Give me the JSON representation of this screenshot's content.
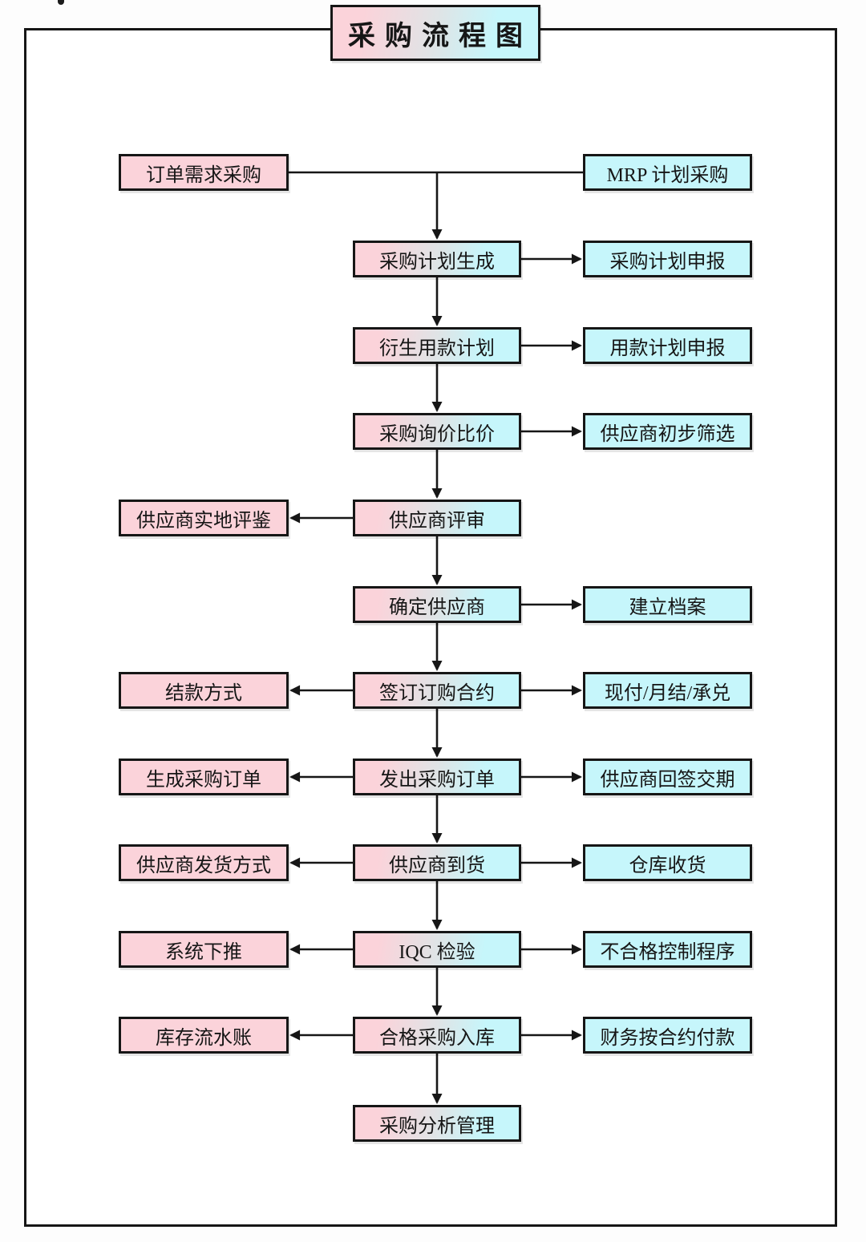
{
  "page": {
    "title": "采购流程图"
  },
  "colors": {
    "pink": "#fbd3da",
    "cyan": "#c6f6fb",
    "border": "#161616",
    "line": "#161616",
    "text": "#161616"
  },
  "rows": [
    {
      "left": "订单需求采购",
      "right": "MRP 计划采购"
    },
    {
      "center": "采购计划生成",
      "right": "采购计划申报"
    },
    {
      "center": "衍生用款计划",
      "right": "用款计划申报"
    },
    {
      "center": "采购询价比价",
      "right": "供应商初步筛选"
    },
    {
      "left": "供应商实地评鉴",
      "center": "供应商评审"
    },
    {
      "center": "确定供应商",
      "right": "建立档案"
    },
    {
      "left": "结款方式",
      "center": "签订订购合约",
      "right": "现付/月结/承兑"
    },
    {
      "left": "生成采购订单",
      "center": "发出采购订单",
      "right": "供应商回签交期"
    },
    {
      "left": "供应商发货方式",
      "center": "供应商到货",
      "right": "仓库收货"
    },
    {
      "left": "系统下推",
      "center": "IQC 检验",
      "right": "不合格控制程序"
    },
    {
      "left": "库存流水账",
      "center": "合格采购入库",
      "right": "财务按合约付款"
    },
    {
      "center": "采购分析管理"
    }
  ]
}
